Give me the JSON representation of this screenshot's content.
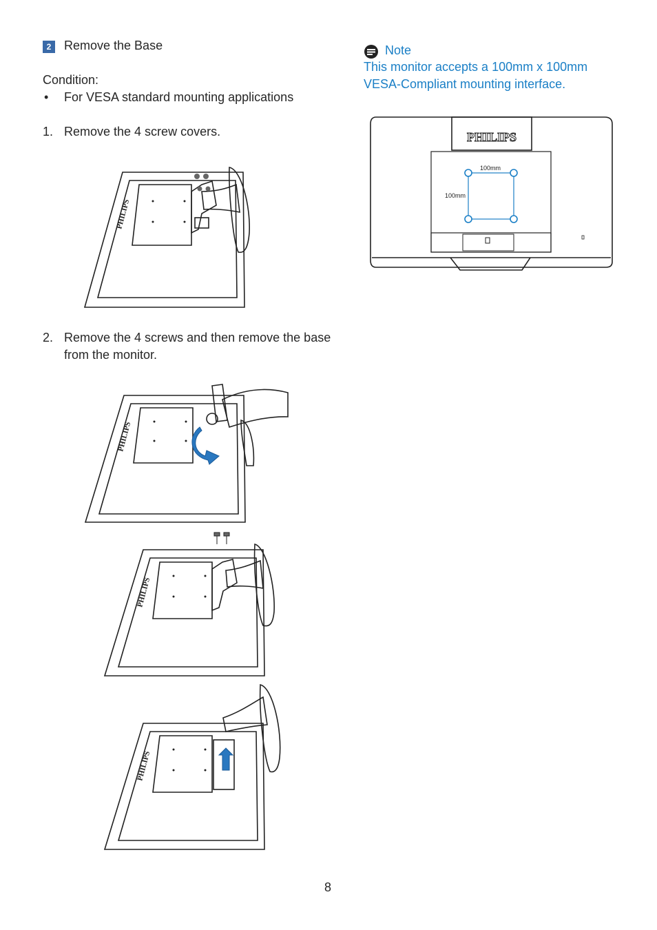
{
  "section": {
    "number": "2",
    "title": "Remove the Base"
  },
  "condition": {
    "label": "Condition:",
    "bullet": "•",
    "item": "For VESA standard mounting applications"
  },
  "steps": [
    {
      "num": "1.",
      "text": "Remove the 4 screw covers."
    },
    {
      "num": "2.",
      "text_line1": "Remove the 4 screws and then remove the base",
      "text_line2": "from the monitor."
    }
  ],
  "note": {
    "title": "Note",
    "line1": "This monitor accepts a 100mm x 100mm",
    "line2": "VESA-Compliant mounting interface."
  },
  "diagram": {
    "brand": "PHILIPS",
    "dim_h": "100mm",
    "dim_v": "100mm"
  },
  "colors": {
    "accent": "#1a7fc6",
    "badge": "#3a6aa8",
    "arrow": "#2a78c0"
  },
  "page_number": "8"
}
